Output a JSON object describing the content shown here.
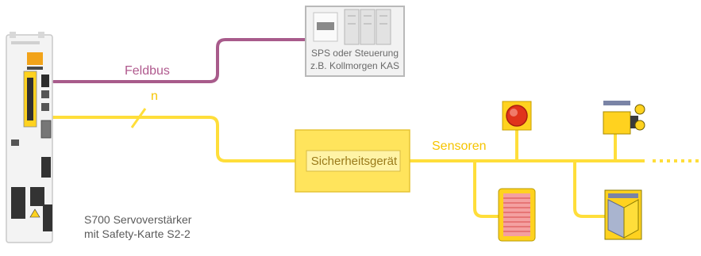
{
  "labels": {
    "feldbus": "Feldbus",
    "n": "n",
    "sensoren": "Sensoren",
    "sps_line1": "SPS oder Steuerung",
    "sps_line2": "z.B. Kollmorgen KAS",
    "safety_device": "Sicherheitsgerät",
    "drive_line1": "S700 Servoverstärker",
    "drive_line2": "mit Safety-Karte S2-2"
  },
  "colors": {
    "fieldbus_line": "#a85b8b",
    "safety_line": "#ffde3a",
    "safety_box": "#ffe45c",
    "plc_border": "#b9b9b9",
    "emergency_stop": "#e0331c"
  },
  "icons": {
    "drive": "servo-drive-icon",
    "plc": "plc-controller-icon",
    "emergency_stop": "emergency-stop-icon",
    "key_switch": "key-switch-icon",
    "light_curtain": "light-curtain-icon",
    "door_switch": "door-switch-icon"
  }
}
